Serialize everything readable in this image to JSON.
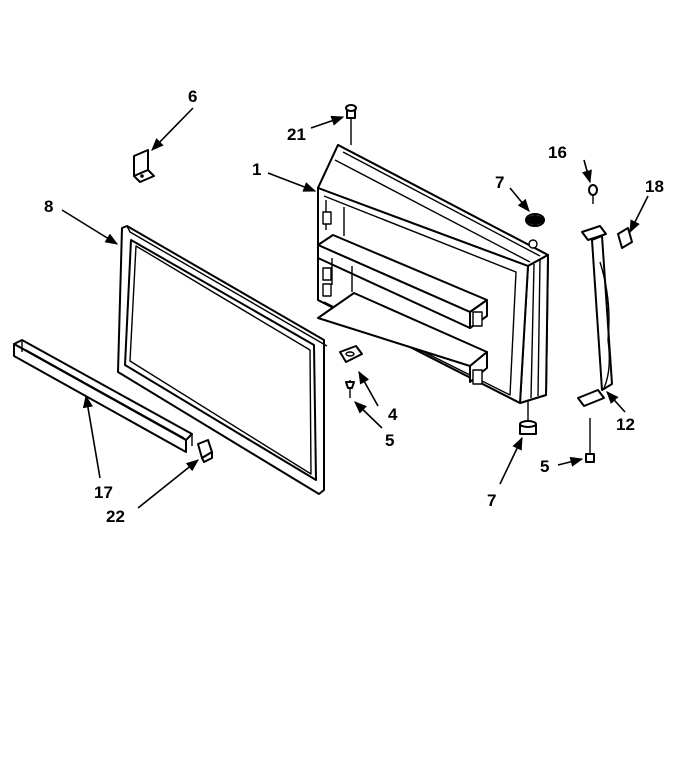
{
  "callouts": {
    "c1": "1",
    "c4": "4",
    "c5_left": "5",
    "c5_right": "5",
    "c6": "6",
    "c7_top": "7",
    "c7_bottom": "7",
    "c8": "8",
    "c12": "12",
    "c16": "16",
    "c17": "17",
    "c18": "18",
    "c21": "21",
    "c22": "22"
  },
  "colors": {
    "ink": "#000000",
    "paper": "#ffffff"
  }
}
